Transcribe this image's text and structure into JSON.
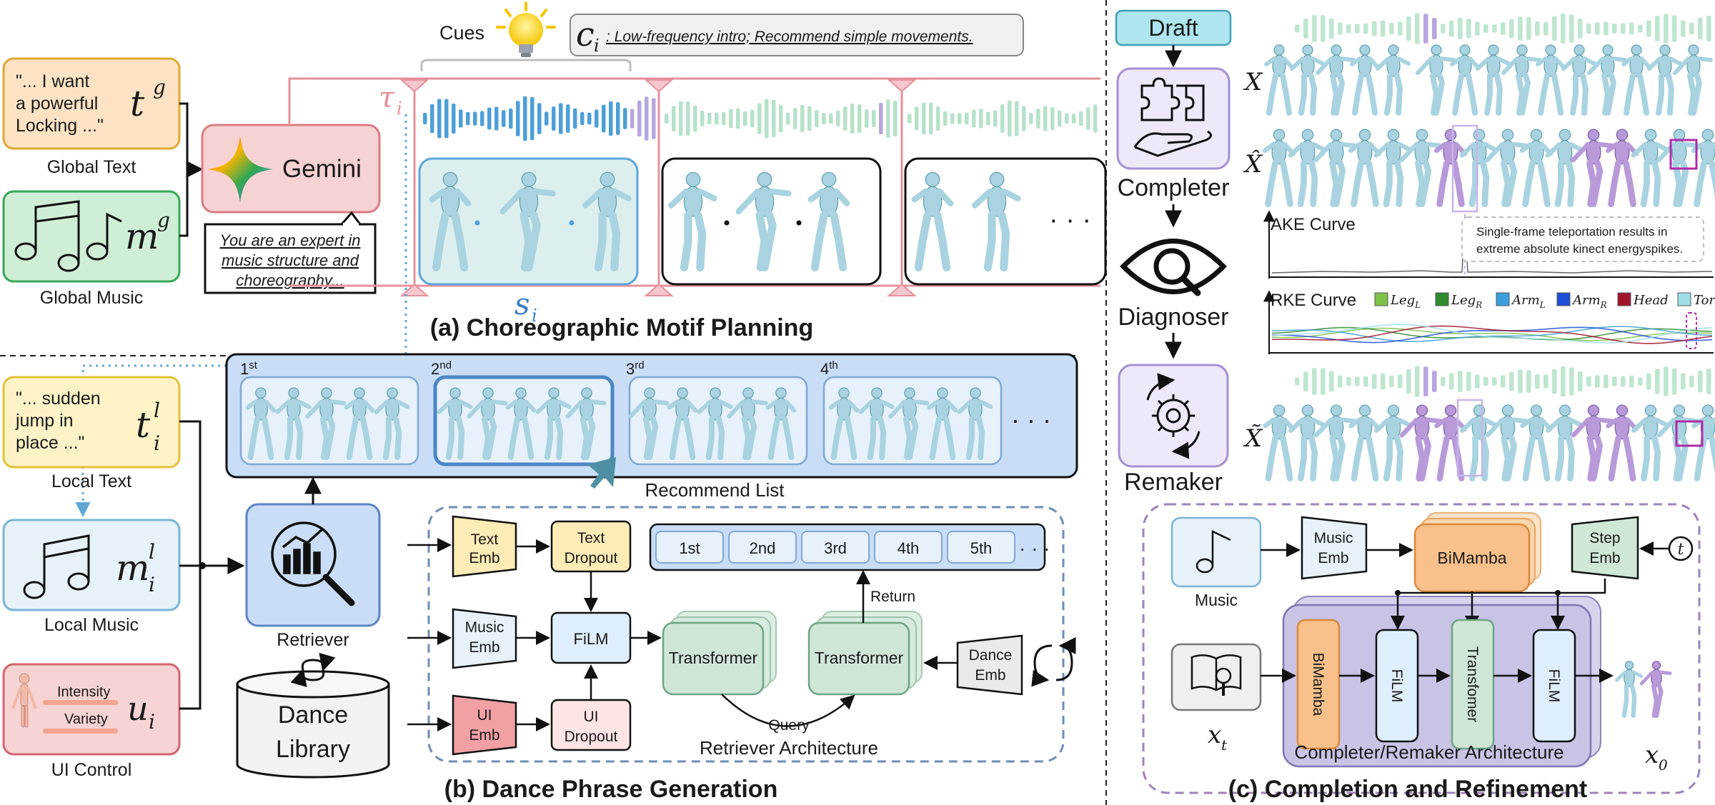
{
  "panels": {
    "a": "(a) Choreographic Motif Planning",
    "b": "(b) Dance Phrase Generation",
    "c": "(c) Completion and Refinement"
  },
  "a": {
    "global_text_quote": [
      "\"... I want",
      "a powerful",
      "Locking ...\""
    ],
    "global_text_symbol": "t",
    "global_text_sup": "g",
    "global_text_label": "Global Text",
    "global_music_symbol": "m",
    "global_music_sup": "g",
    "global_music_label": "Global Music",
    "gemini": "Gemini",
    "gemini_prompt": [
      "You are an expert in",
      "music structure and",
      "choreography..."
    ],
    "cues_label": "Cues",
    "cue_symbol": "c",
    "cue_sub": "i",
    "cue_text": ": Low-frequency intro; Recommend simple movements.",
    "tau_symbol": "τ",
    "tau_sub": "i",
    "s_symbol": "s",
    "s_sub": "i",
    "dots": "· · ·"
  },
  "b": {
    "local_text_quote": [
      "\"... sudden",
      "jump in",
      "place ...\""
    ],
    "local_text_symbol": "t",
    "local_text_sup": "l",
    "local_text_sub": "i",
    "local_text_label": "Local Text",
    "local_music_symbol": "m",
    "local_music_sup": "l",
    "local_music_sub": "i",
    "local_music_label": "Local Music",
    "ui_intensity": "Intensity",
    "ui_variety": "Variety",
    "ui_symbol": "u",
    "ui_sub": "i",
    "ui_label": "UI Control",
    "retriever": "Retriever",
    "library": [
      "Dance",
      "Library"
    ],
    "ranks": [
      {
        "n": "1",
        "s": "st"
      },
      {
        "n": "2",
        "s": "nd"
      },
      {
        "n": "3",
        "s": "rd"
      },
      {
        "n": "4",
        "s": "th"
      }
    ],
    "recommend_list": "Recommend List",
    "text_emb": [
      "Text",
      "Emb"
    ],
    "text_dropout": [
      "Text",
      "Dropout"
    ],
    "music_emb": [
      "Music",
      "Emb"
    ],
    "ui_emb": [
      "UI",
      "Emb"
    ],
    "ui_dropout": [
      "UI",
      "Dropout"
    ],
    "film": "FiLM",
    "transformer": "Transformer",
    "dance_emb": [
      "Dance",
      "Emb"
    ],
    "return": "Return",
    "query": "Query",
    "arch_title": "Retriever Architecture",
    "rank_boxes": [
      "1st",
      "2nd",
      "3rd",
      "4th",
      "5th"
    ]
  },
  "c": {
    "draft": "Draft",
    "completer": "Completer",
    "diagnoser": "Diagnoser",
    "remaker": "Remaker",
    "x": "X",
    "x_hat": "X̂",
    "x_tilde": "X̃",
    "ake": "AKE Curve",
    "ake_note": [
      "Single-frame teleportation results in",
      "extreme absolute kinect energyspikes."
    ],
    "rke": "RKE Curve",
    "legend": [
      {
        "base": "Leg",
        "sub": "L",
        "color": "#7ec24a"
      },
      {
        "base": "Leg",
        "sub": "R",
        "color": "#2e8b2e"
      },
      {
        "base": "Arm",
        "sub": "L",
        "color": "#3aa0dd"
      },
      {
        "base": "Arm",
        "sub": "R",
        "color": "#1e4fd8"
      },
      {
        "base": "Head",
        "sub": "",
        "color": "#a0142a"
      },
      {
        "base": "Torso",
        "sub": "",
        "color": "#9fdde6"
      }
    ],
    "music": "Music",
    "music_emb": [
      "Music",
      "Emb"
    ],
    "bimamba": "BiMamba",
    "step_emb": [
      "Step",
      "Emb"
    ],
    "t": "t",
    "film": "FiLM",
    "transfomer": "Transfomer",
    "xt_symbol": "x",
    "xt_sub": "t",
    "x0_symbol": "x",
    "x0_sub": "0",
    "arch_title": "Completer/Remaker Architecture"
  }
}
